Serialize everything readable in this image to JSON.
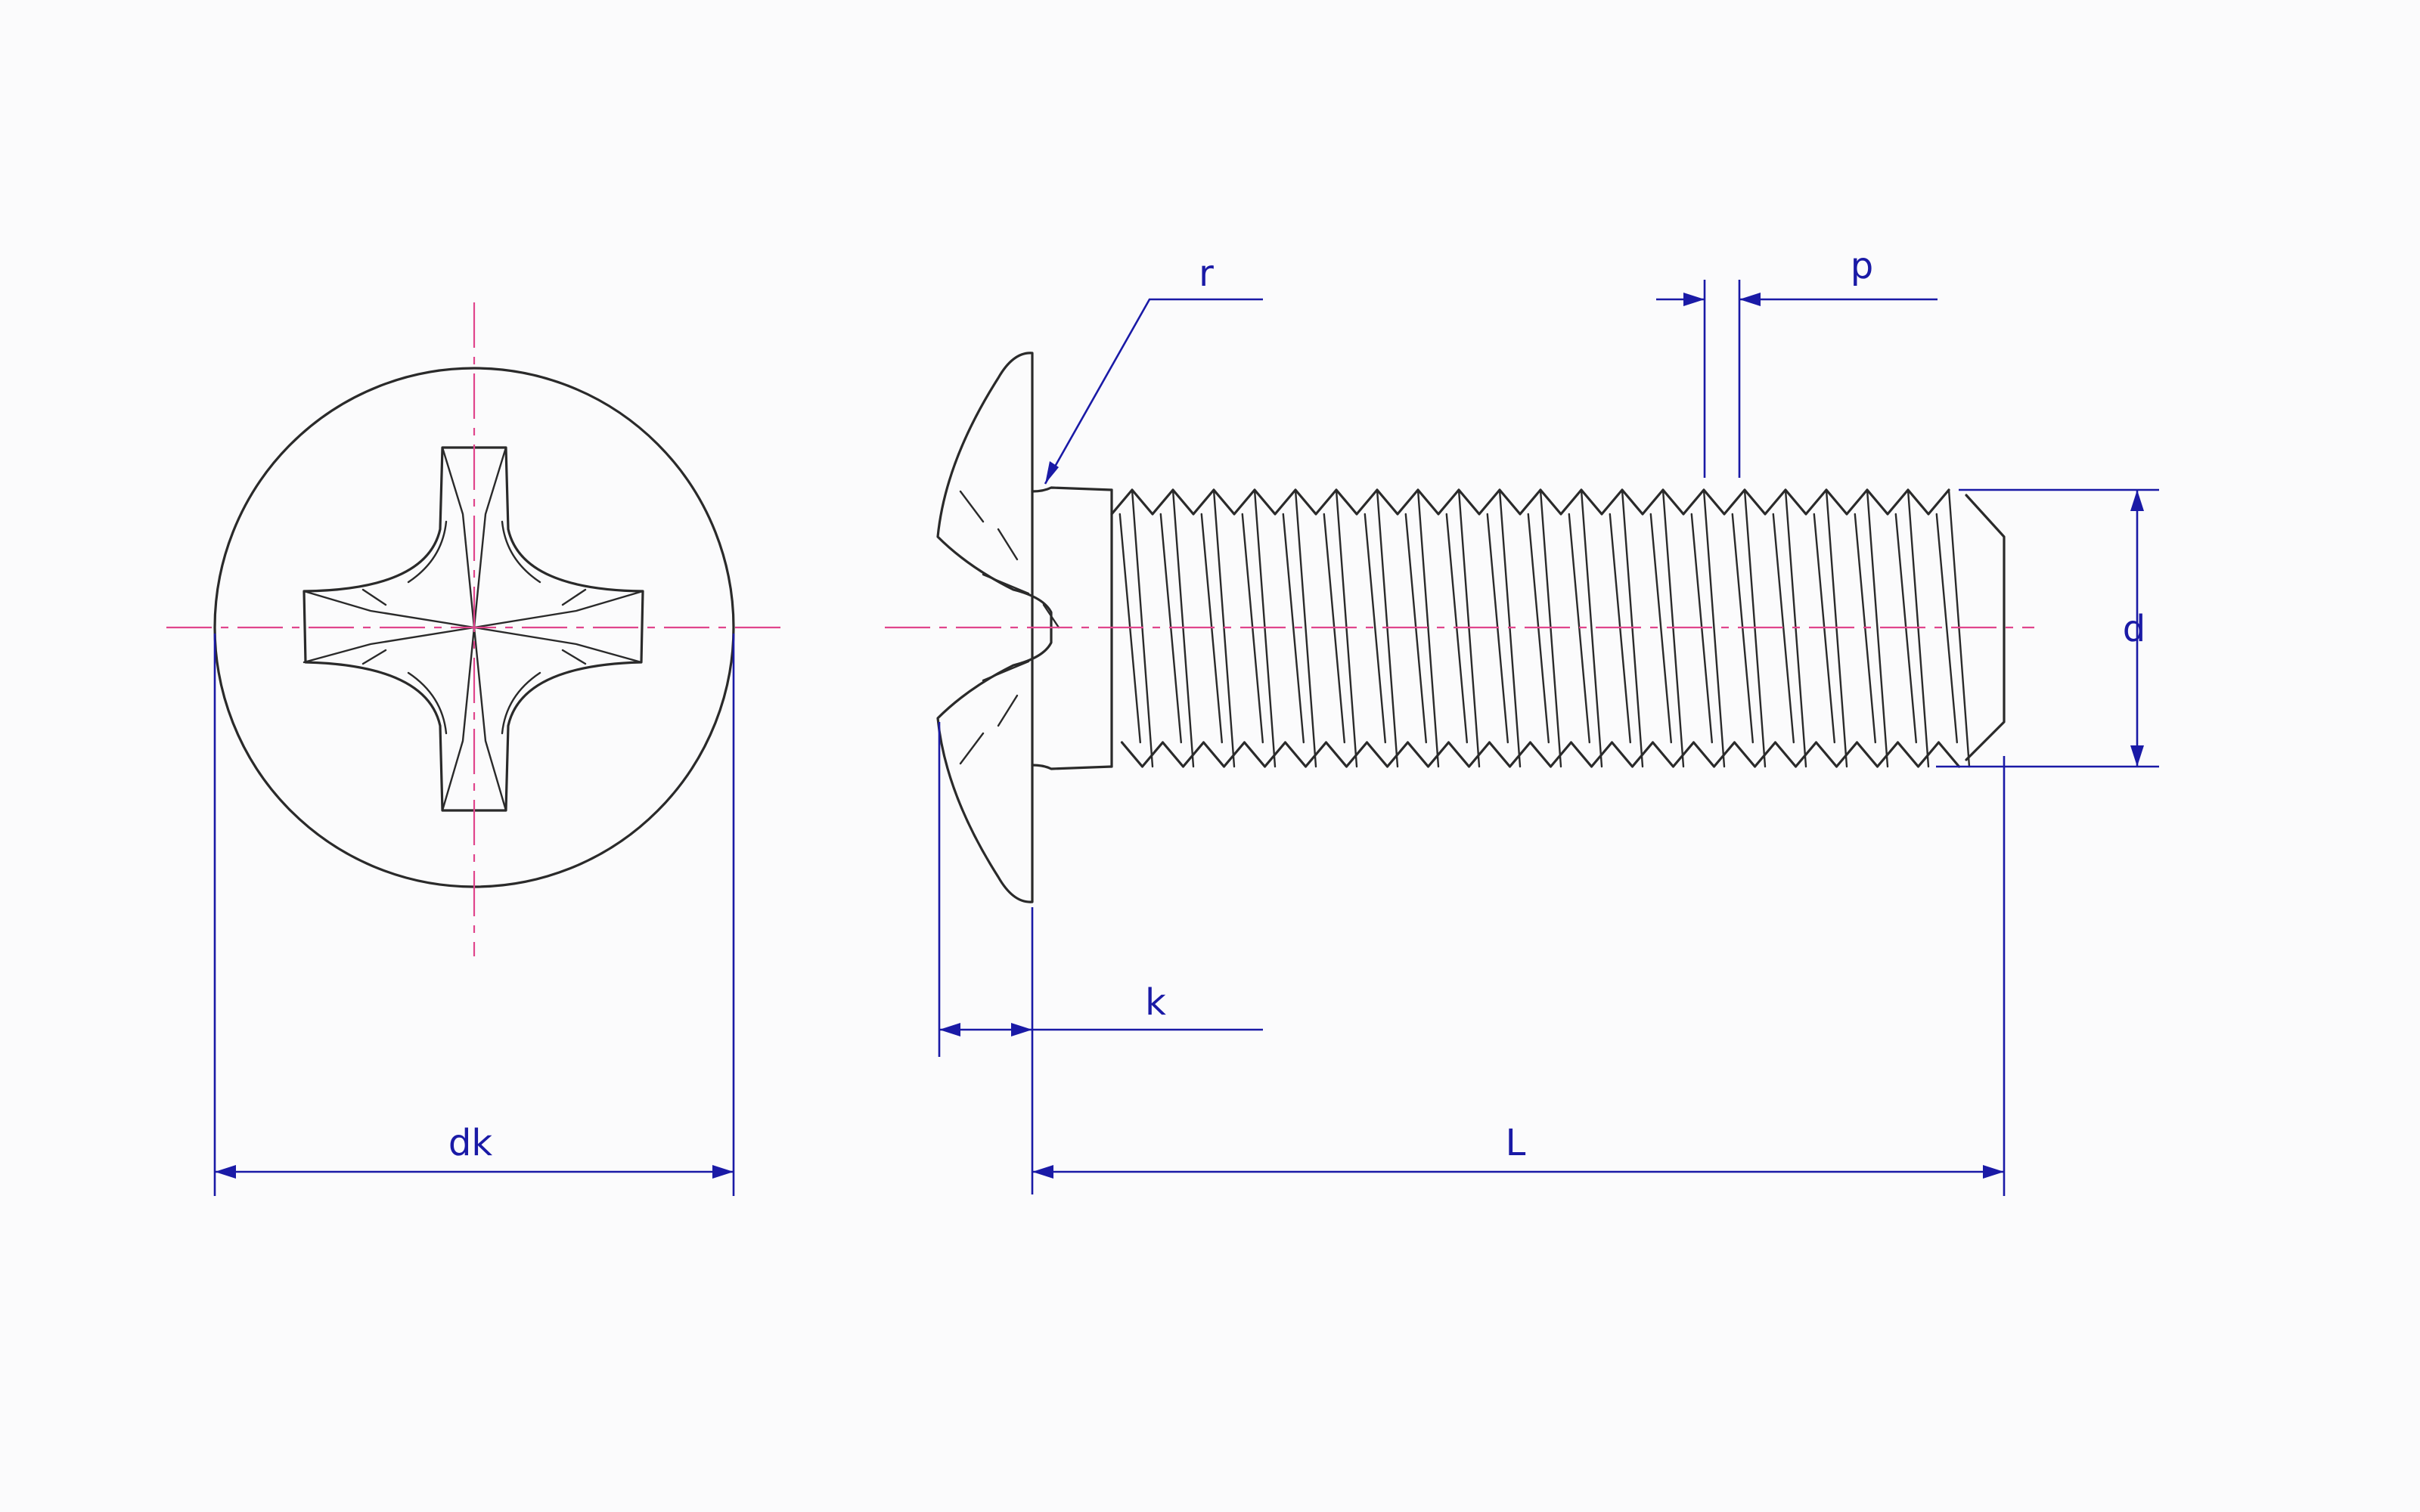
{
  "dimensions": {
    "r": "r",
    "p": "p",
    "d": "d",
    "k": "k",
    "dk": "dk",
    "L": "L"
  },
  "colors": {
    "outline": "#2a2a2a",
    "centerline": "#e0458c",
    "dimension": "#1a1aa6",
    "background": "#fbfbfc"
  }
}
